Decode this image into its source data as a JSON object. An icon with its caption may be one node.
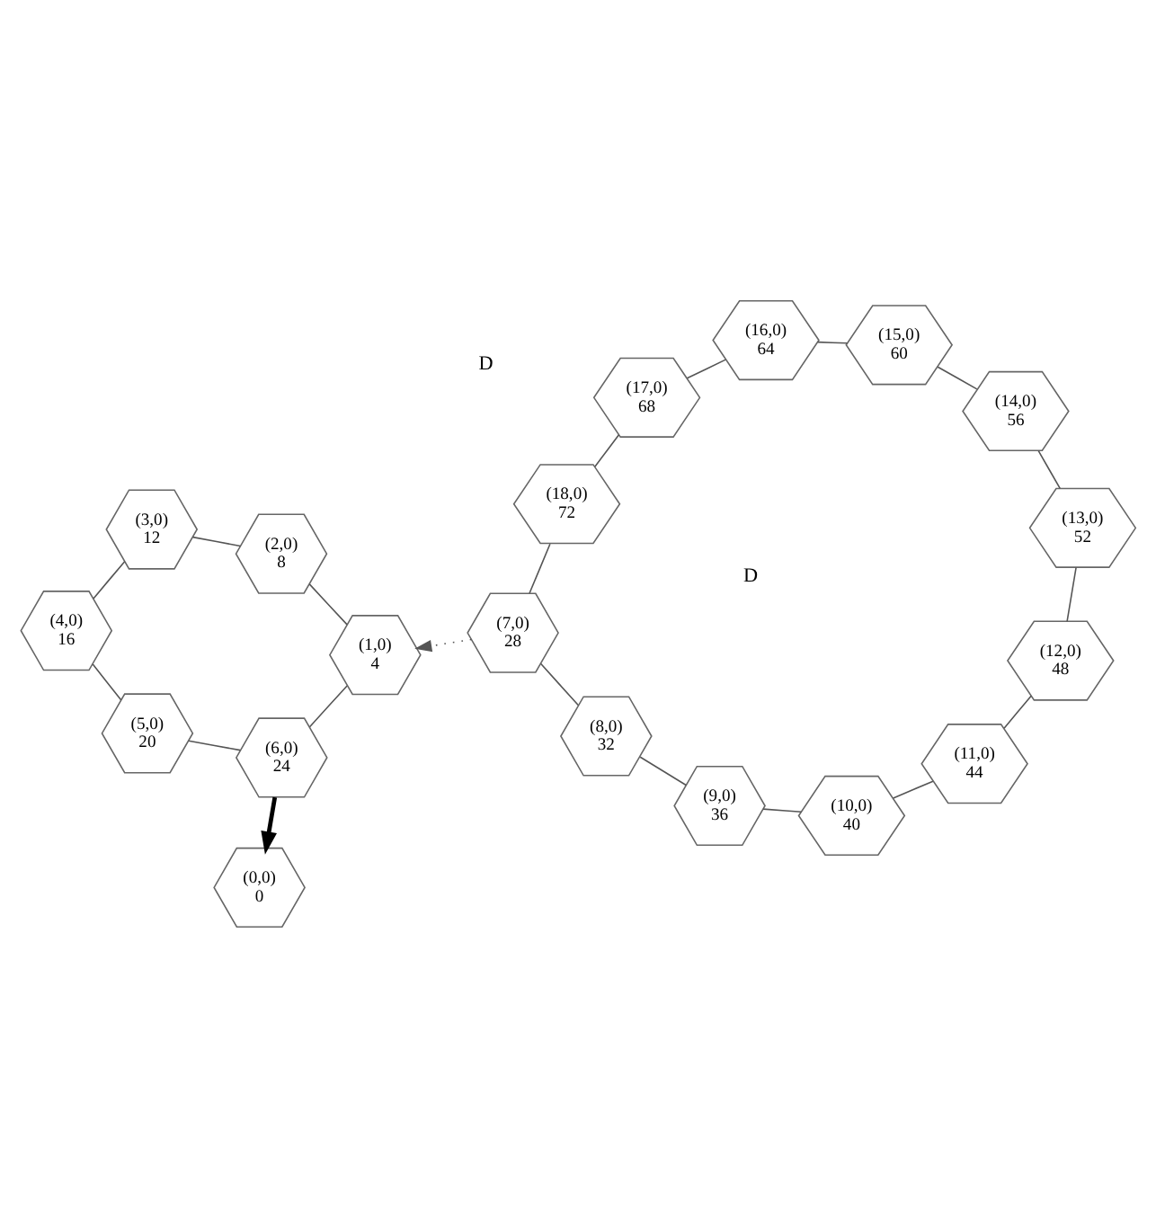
{
  "diagram": {
    "nodes": [
      {
        "text": [
          "(0,0)",
          "0"
        ]
      },
      {
        "text": [
          "(1,0)",
          "4"
        ]
      },
      {
        "text": [
          "(2,0)",
          "8"
        ]
      },
      {
        "text": [
          "(3,0)",
          "12"
        ]
      },
      {
        "text": [
          "(4,0)",
          "16"
        ]
      },
      {
        "text": [
          "(5,0)",
          "20"
        ]
      },
      {
        "text": [
          "(6,0)",
          "24"
        ]
      },
      {
        "text": [
          "(7,0)",
          "28"
        ]
      },
      {
        "text": [
          "(8,0)",
          "32"
        ]
      },
      {
        "text": [
          "(9,0)",
          "36"
        ]
      },
      {
        "text": [
          "(10,0)",
          "40"
        ]
      },
      {
        "text": [
          "(11,0)",
          "44"
        ]
      },
      {
        "text": [
          "(12,0)",
          "48"
        ]
      },
      {
        "text": [
          "(13,0)",
          "52"
        ]
      },
      {
        "text": [
          "(14,0)",
          "56"
        ]
      },
      {
        "text": [
          "(15,0)",
          "60"
        ]
      },
      {
        "text": [
          "(16,0)",
          "64"
        ]
      },
      {
        "text": [
          "(17,0)",
          "68"
        ]
      },
      {
        "text": [
          "(18,0)",
          "72"
        ]
      }
    ],
    "edges": [
      {
        "from": 1,
        "to": 2,
        "arrow": "none"
      },
      {
        "from": 2,
        "to": 3,
        "arrow": "none"
      },
      {
        "from": 3,
        "to": 4,
        "arrow": "none"
      },
      {
        "from": 4,
        "to": 5,
        "arrow": "none"
      },
      {
        "from": 5,
        "to": 6,
        "arrow": "none"
      },
      {
        "from": 6,
        "to": 1,
        "arrow": "none"
      },
      {
        "from": 7,
        "to": 8,
        "arrow": "none"
      },
      {
        "from": 8,
        "to": 9,
        "arrow": "none"
      },
      {
        "from": 9,
        "to": 10,
        "arrow": "none"
      },
      {
        "from": 10,
        "to": 11,
        "arrow": "none"
      },
      {
        "from": 11,
        "to": 12,
        "arrow": "none"
      },
      {
        "from": 12,
        "to": 13,
        "arrow": "none"
      },
      {
        "from": 13,
        "to": 14,
        "arrow": "none"
      },
      {
        "from": 14,
        "to": 15,
        "arrow": "none"
      },
      {
        "from": 15,
        "to": 16,
        "arrow": "none"
      },
      {
        "from": 16,
        "to": 17,
        "arrow": "none"
      },
      {
        "from": 17,
        "to": 18,
        "arrow": "none"
      },
      {
        "from": 18,
        "to": 7,
        "arrow": "none"
      },
      {
        "from": 7,
        "to": 1,
        "arrow": "to",
        "style": "dashed"
      },
      {
        "from": 6,
        "to": 0,
        "arrow": "to",
        "style": "thick"
      }
    ],
    "labels": [
      "D",
      "D"
    ]
  }
}
